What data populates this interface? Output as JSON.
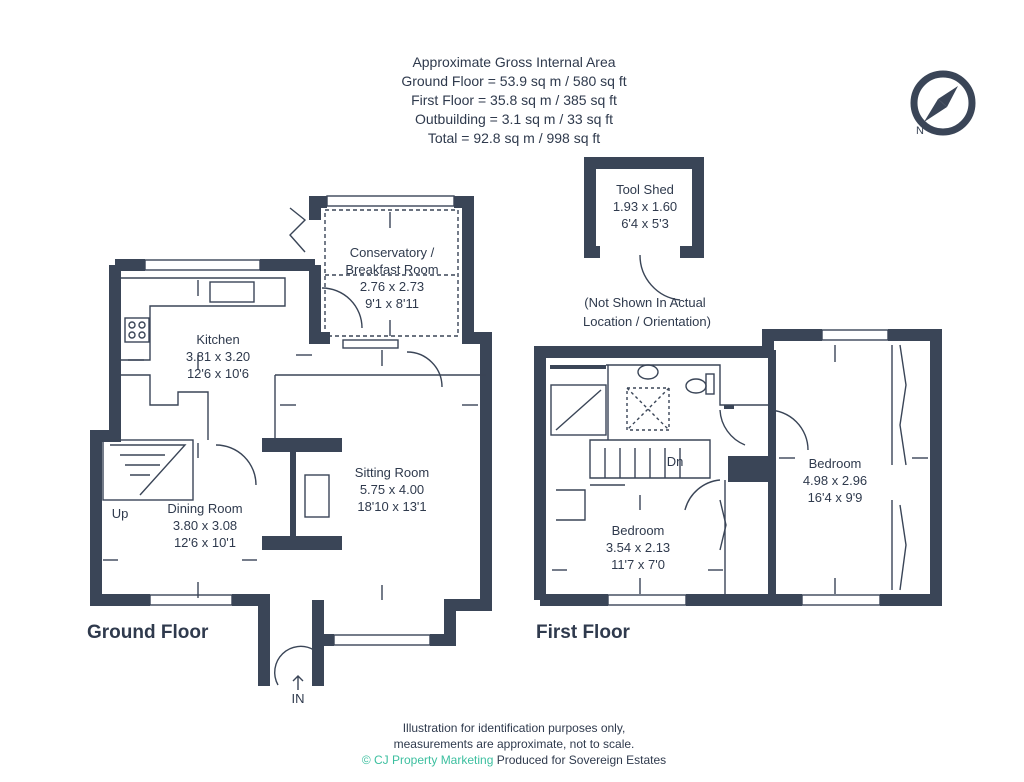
{
  "header": {
    "title": "Approximate Gross Internal Area",
    "ground": "Ground Floor = 53.9 sq m / 580 sq ft",
    "first": "First Floor = 35.8 sq m / 385 sq ft",
    "outbuilding": "Outbuilding = 3.1 sq m / 33 sq ft",
    "total": "Total = 92.8 sq m / 998 sq ft"
  },
  "compass": {
    "label": "N"
  },
  "rooms": {
    "tool_shed": {
      "name": "Tool Shed",
      "metric": "1.93 x 1.60",
      "imperial": "6'4 x 5'3"
    },
    "shed_note": {
      "line1": "(Not Shown In Actual",
      "line2": "Location / Orientation)"
    },
    "conservatory": {
      "name1": "Conservatory /",
      "name2": "Breakfast Room",
      "metric": "2.76 x 2.73",
      "imperial": "9'1 x 8'11"
    },
    "kitchen": {
      "name": "Kitchen",
      "metric": "3.81 x 3.20",
      "imperial": "12'6 x 10'6"
    },
    "sitting": {
      "name": "Sitting Room",
      "metric": "5.75 x 4.00",
      "imperial": "18'10 x 13'1"
    },
    "dining": {
      "name": "Dining Room",
      "metric": "3.80 x 3.08",
      "imperial": "12'6 x 10'1"
    },
    "bedroom_small": {
      "name": "Bedroom",
      "metric": "3.54 x 2.13",
      "imperial": "11'7 x 7'0"
    },
    "bedroom_large": {
      "name": "Bedroom",
      "metric": "4.98 x 2.96",
      "imperial": "16'4 x 9'9"
    }
  },
  "labels": {
    "up": "Up",
    "dn": "Dn",
    "in": "IN",
    "ground_floor": "Ground Floor",
    "first_floor": "First Floor"
  },
  "footer": {
    "line1": "Illustration for identification purposes only,",
    "line2": "measurements are approximate, not to scale.",
    "brand": "© CJ Property Marketing",
    "produced": "Produced for Sovereign Estates"
  },
  "colors": {
    "wall": "#3a4557",
    "brand": "#3cbf9f"
  }
}
